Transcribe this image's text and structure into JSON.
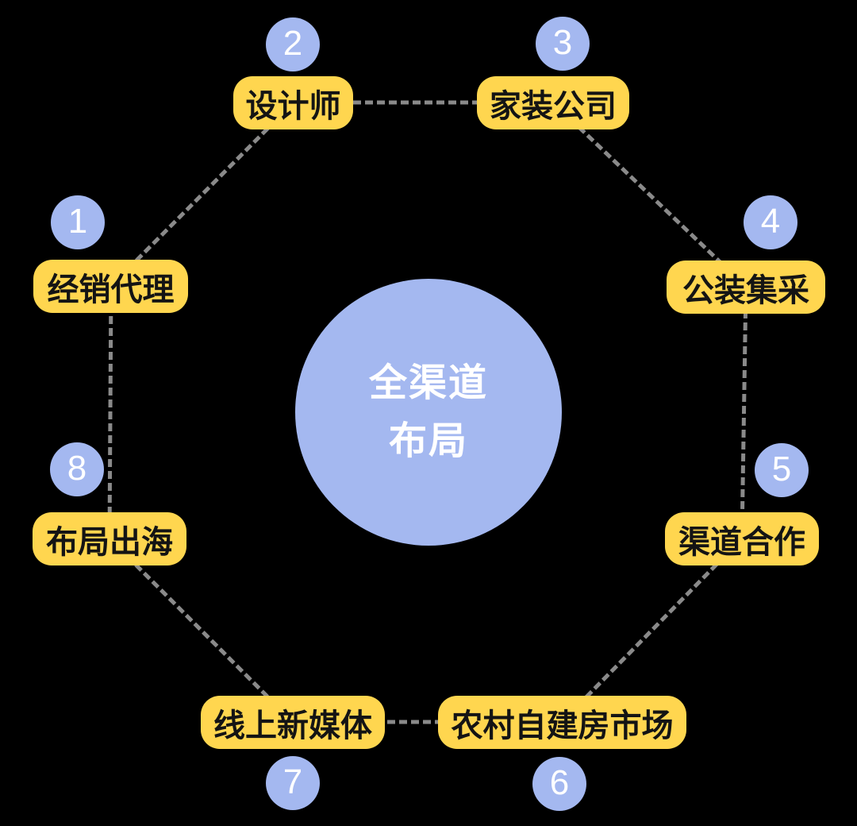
{
  "center_node": {
    "line1": "全渠道",
    "line2": "布局"
  },
  "nodes": [
    {
      "number": "1",
      "label": "经销代理"
    },
    {
      "number": "2",
      "label": "设计师"
    },
    {
      "number": "3",
      "label": "家装公司"
    },
    {
      "number": "4",
      "label": "公装集采"
    },
    {
      "number": "5",
      "label": "渠道合作"
    },
    {
      "number": "6",
      "label": "农村自建房市场"
    },
    {
      "number": "7",
      "label": "线上新媒体"
    },
    {
      "number": "8",
      "label": "布局出海"
    }
  ],
  "connections": [
    [
      "1",
      "2"
    ],
    [
      "2",
      "3"
    ],
    [
      "3",
      "4"
    ],
    [
      "4",
      "5"
    ],
    [
      "5",
      "6"
    ],
    [
      "6",
      "7"
    ],
    [
      "7",
      "8"
    ],
    [
      "8",
      "1"
    ]
  ],
  "colors": {
    "background": "#000000",
    "node_fill": "#FFD64F",
    "node_text": "#141414",
    "badge_fill": "#A4B8F0",
    "badge_text": "#FFFFFF",
    "center_fill": "#A4B8F0",
    "center_text": "#FFFFFF",
    "connector": "#8A8A8A"
  }
}
